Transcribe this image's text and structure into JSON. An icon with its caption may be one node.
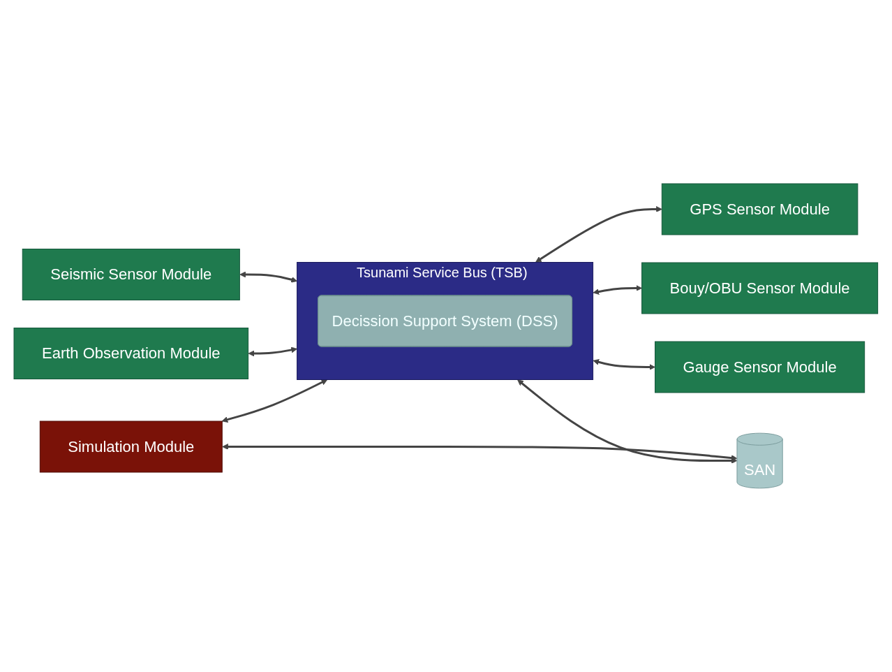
{
  "diagram": {
    "nodes": [
      {
        "text": [
          "Seismic Sensor Module"
        ]
      },
      {
        "text": [
          "GPS Sensor Module"
        ]
      },
      {
        "text": [
          "Tsunami Service Bus (TSB)"
        ]
      },
      {
        "text": [
          "Decission Support System (DSS)"
        ],
        "in": 2
      },
      {
        "text": [
          "Earth Observation Module"
        ]
      },
      {
        "text": [
          "Bouy/OBU Sensor Module"
        ]
      },
      {
        "text": [
          "Simulation Module"
        ]
      },
      {
        "text": [
          "Gauge Sensor Module"
        ]
      },
      {
        "text": [
          "SAN"
        ]
      }
    ],
    "edges": [
      {
        "from": 0,
        "to": 2,
        "arrow": "both"
      },
      {
        "from": 2,
        "to": 1,
        "arrow": "both"
      },
      {
        "from": 4,
        "to": 2,
        "arrow": "both"
      },
      {
        "from": 2,
        "to": 5,
        "arrow": "both"
      },
      {
        "from": 6,
        "to": 2,
        "arrow": "both"
      },
      {
        "from": 2,
        "to": 7,
        "arrow": "both"
      },
      {
        "from": 2,
        "to": 8,
        "arrow": "both"
      },
      {
        "from": 6,
        "to": 8,
        "arrow": "both"
      }
    ]
  }
}
